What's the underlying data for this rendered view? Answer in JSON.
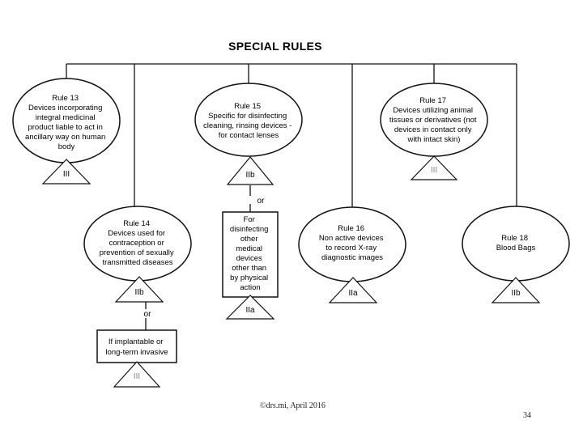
{
  "title": "SPECIAL RULES",
  "rules": {
    "r13": {
      "name": "Rule 13",
      "lines": [
        "Devices incorporating",
        "integral medicinal",
        "product liable to act in",
        "ancillary way on human",
        "body"
      ],
      "class": "III"
    },
    "r15": {
      "name": "Rule 15",
      "lines": [
        "Specific for disinfecting",
        "cleaning, rinsing devices -",
        "for contact lenses"
      ],
      "class": "IIb"
    },
    "r17": {
      "name": "Rule 17",
      "lines": [
        "Devices utilizing animal",
        "tissues or derivatives (not",
        "devices in contact only",
        "with intact skin)"
      ],
      "class": "III"
    },
    "r14": {
      "name": "Rule 14",
      "lines": [
        "Devices used for",
        "contraception or",
        "prevention of sexually",
        "transmitted diseases"
      ],
      "class": "IIb"
    },
    "r16": {
      "name": "Rule 16",
      "lines": [
        "Non active devices",
        "to record X-ray",
        "diagnostic images"
      ],
      "class": "IIa"
    },
    "r18": {
      "name": "Rule 18",
      "lines": [
        "Blood Bags"
      ],
      "class": "IIb"
    }
  },
  "box15": {
    "lines": [
      "For",
      "disinfecting",
      "other",
      "medical",
      "devices",
      "other than",
      "by physical",
      "action"
    ],
    "class": "IIa"
  },
  "box14": {
    "lines": [
      "If implantable or",
      "long-term invasive"
    ],
    "class": "III"
  },
  "or_label": "or",
  "footer": {
    "copyright": "©drs.mi, April 2016",
    "page": "34"
  }
}
